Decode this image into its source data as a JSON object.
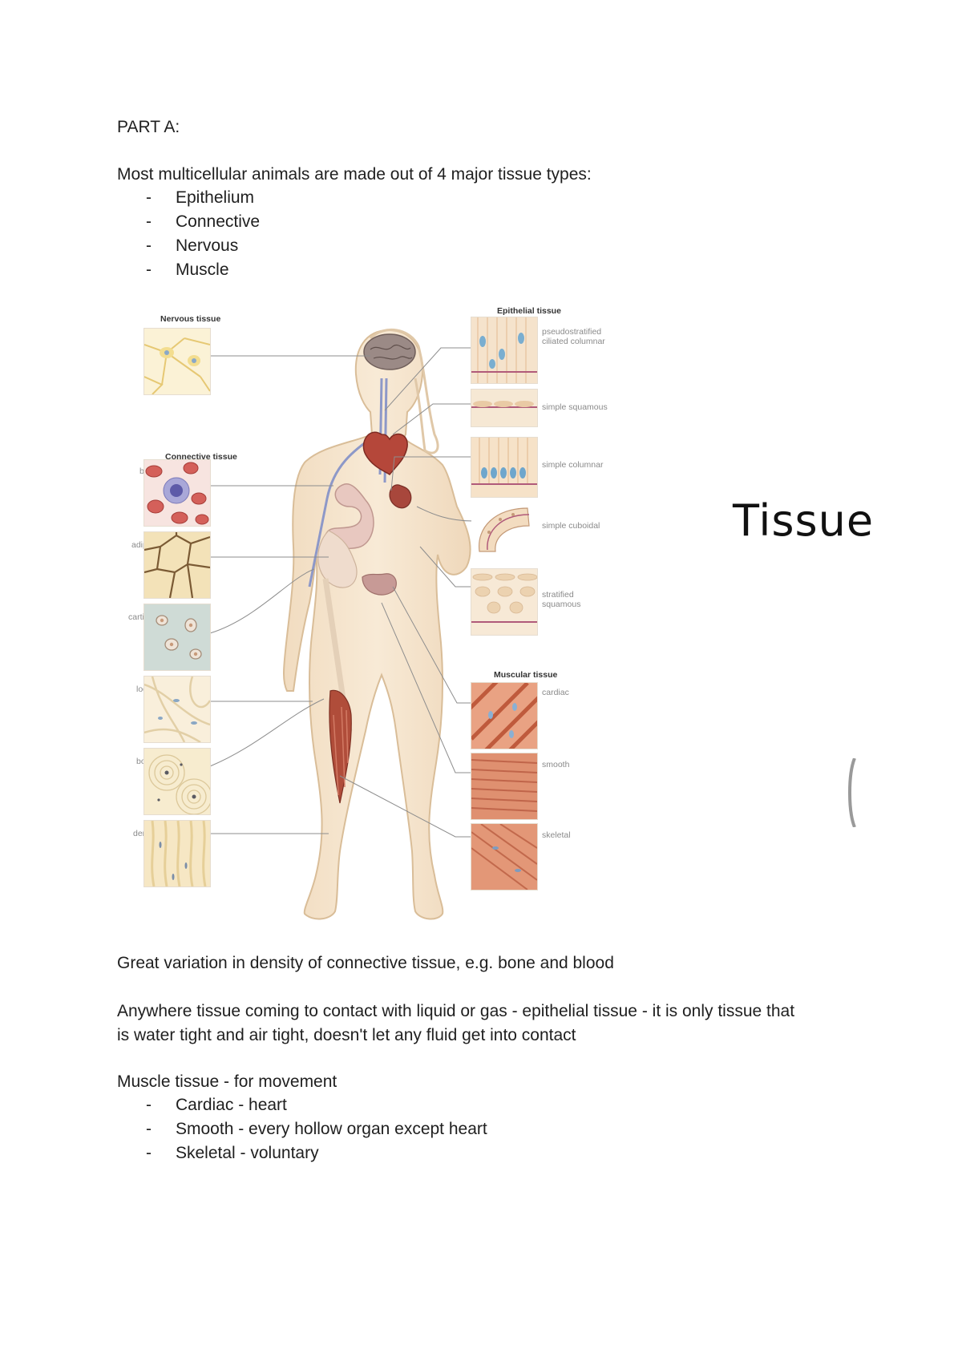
{
  "heading": "PART A:",
  "intro": "Most multicellular animals are made out of 4 major tissue types:",
  "tissue_types": [
    "Epithelium",
    "Connective",
    "Nervous",
    "Muscle"
  ],
  "bullet_char": "-",
  "figure": {
    "nervous": {
      "title": "Nervous tissue"
    },
    "connective": {
      "title": "Connective tissue",
      "labels": [
        "blood",
        "adipose",
        "cartilage",
        "loose",
        "bone",
        "dense"
      ]
    },
    "epithelial": {
      "title": "Epithelial tissue",
      "labels": [
        "pseudostratified\nciliated columnar",
        "simple squamous",
        "simple columnar",
        "simple cuboidal",
        "stratified\nsquamous"
      ]
    },
    "muscular": {
      "title": "Muscular tissue",
      "labels": [
        "cardiac",
        "smooth",
        "skeletal"
      ]
    }
  },
  "side_title": "Tissue",
  "para1": "Great variation in density of connective tissue, e.g. bone and blood",
  "para2_line1": "Anywhere tissue coming to contact with liquid or gas - epithelial tissue - it is only tissue that",
  "para2_line2": "is water tight and air tight, doesn't let any fluid get into contact",
  "muscle_heading": "Muscle tissue - for movement",
  "muscle_list": [
    "Cardiac - heart",
    "Smooth - every hollow organ except heart",
    "Skeletal - voluntary"
  ]
}
